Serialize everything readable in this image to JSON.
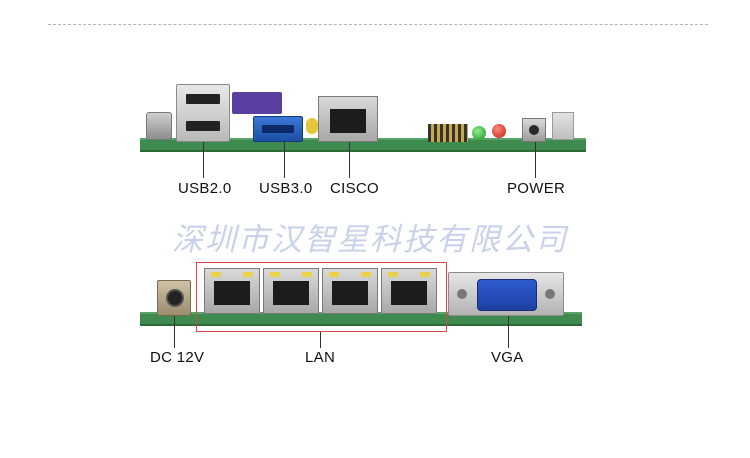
{
  "labels": {
    "usb2": "USB2.0",
    "usb3": "USB3.0",
    "cisco": "CISCO",
    "power": "POWER",
    "dc": "DC 12V",
    "lan": "LAN",
    "vga": "VGA"
  },
  "watermark": "深圳市汉智星科技有限公司",
  "colors": {
    "pcb": "#3f8a4e",
    "usb3": "#2f66c8",
    "vga": "#2f5bd0",
    "highlight": "#d44a4a",
    "watermark": "#c9d2ea"
  }
}
